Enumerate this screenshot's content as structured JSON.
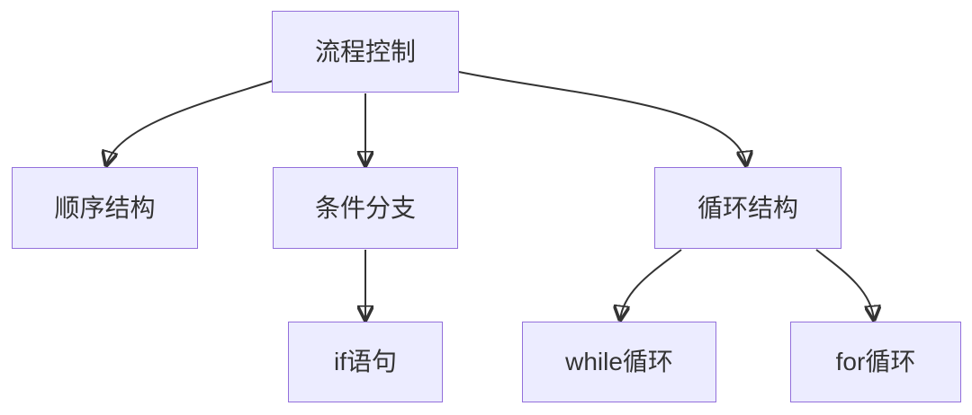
{
  "diagram": {
    "type": "flowchart",
    "direction": "top-down",
    "colors": {
      "background": "#ffffff",
      "node_fill": "#ECECFF",
      "node_border": "#9370DB",
      "text": "#333333",
      "edge": "#333333"
    },
    "nodes": [
      {
        "id": "root",
        "label": "流程控制"
      },
      {
        "id": "sequence",
        "label": "顺序结构"
      },
      {
        "id": "condition",
        "label": "条件分支"
      },
      {
        "id": "loop",
        "label": "循环结构"
      },
      {
        "id": "if",
        "label": "if语句"
      },
      {
        "id": "while",
        "label": "while循环"
      },
      {
        "id": "for",
        "label": "for循环"
      }
    ],
    "edges": [
      {
        "from": "流程控制",
        "to": "顺序结构"
      },
      {
        "from": "流程控制",
        "to": "条件分支"
      },
      {
        "from": "流程控制",
        "to": "循环结构"
      },
      {
        "from": "条件分支",
        "to": "if语句"
      },
      {
        "from": "循环结构",
        "to": "while循环"
      },
      {
        "from": "循环结构",
        "to": "for循环"
      }
    ]
  }
}
